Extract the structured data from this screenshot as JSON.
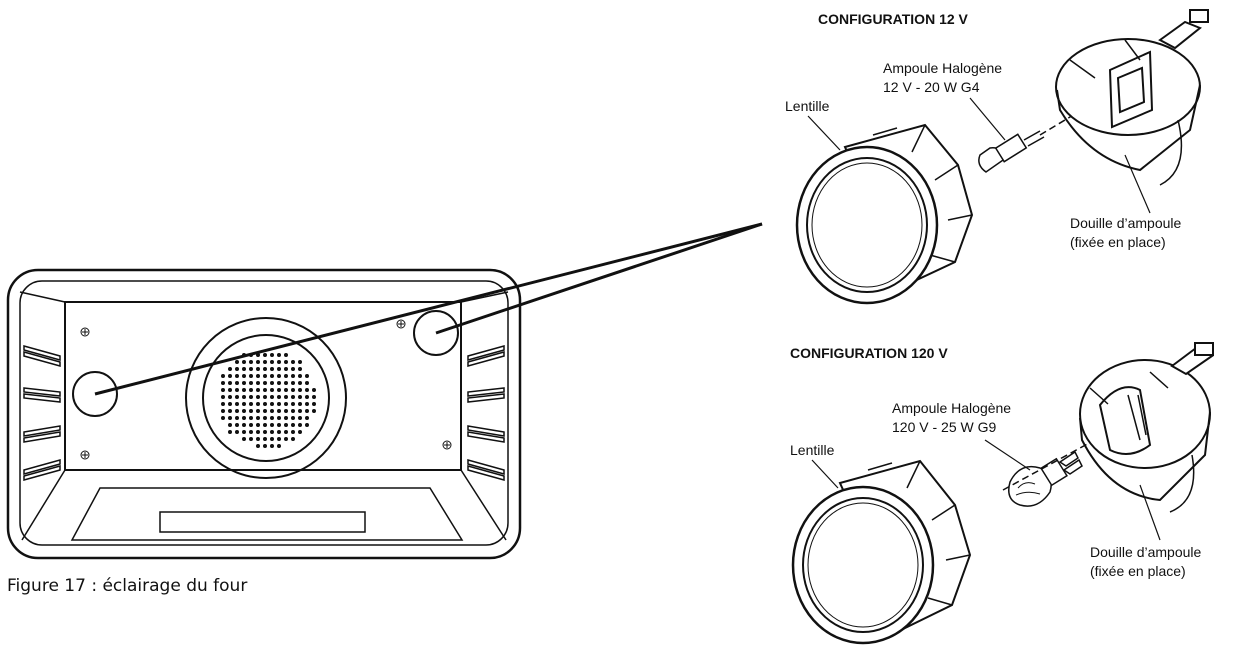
{
  "caption": "Figure 17 : éclairage du four",
  "config_12v": {
    "heading": "CONFIGURATION 12 V",
    "bulb_label_line1": "Ampoule Halogène",
    "bulb_label_line2": "12 V - 20 W  G4",
    "lens_label": "Lentille",
    "socket_label_line1": "Douille d’ampoule",
    "socket_label_line2": "(fixée en place)"
  },
  "config_120v": {
    "heading": "CONFIGURATION 120 V",
    "bulb_label_line1": "Ampoule Halogène",
    "bulb_label_line2": "120 V - 25 W  G9",
    "lens_label": "Lentille",
    "socket_label_line1": "Douille d’ampoule",
    "socket_label_line2": "(fixée en place)"
  },
  "colors": {
    "ink": "#111111",
    "paper": "#ffffff",
    "shade": "#dddddd"
  }
}
